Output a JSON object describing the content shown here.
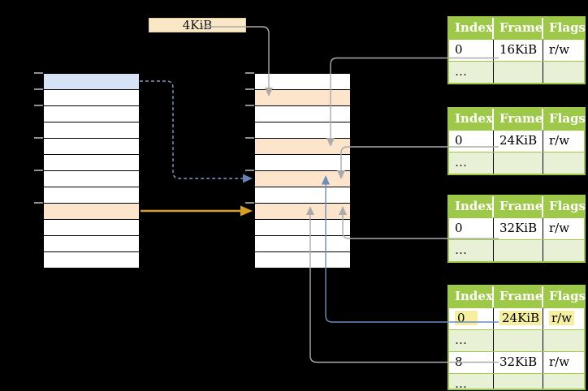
{
  "page_size_label": "4KiB",
  "tables": [
    {
      "headers": [
        "Index",
        "Frame",
        "Flags"
      ],
      "rows": [
        {
          "cells": [
            "0",
            "16KiB",
            "r/w"
          ]
        },
        {
          "cells": [
            "…",
            "",
            ""
          ]
        }
      ]
    },
    {
      "headers": [
        "Index",
        "Frame",
        "Flags"
      ],
      "rows": [
        {
          "cells": [
            "0",
            "24KiB",
            "r/w"
          ]
        },
        {
          "cells": [
            "…",
            "",
            ""
          ]
        }
      ]
    },
    {
      "headers": [
        "Index",
        "Frame",
        "Flags"
      ],
      "rows": [
        {
          "cells": [
            "0",
            "32KiB",
            "r/w"
          ]
        },
        {
          "cells": [
            "…",
            "",
            ""
          ]
        }
      ]
    },
    {
      "headers": [
        "Index",
        "Frame",
        "Flags"
      ],
      "rows": [
        {
          "cells": [
            "0",
            "24KiB",
            "r/w"
          ],
          "highlighted": true
        },
        {
          "cells": [
            "…",
            "",
            ""
          ]
        },
        {
          "cells": [
            "8",
            "32KiB",
            "r/w"
          ]
        },
        {
          "cells": [
            "…",
            "",
            ""
          ]
        }
      ]
    }
  ],
  "colors": {
    "background": "#000000",
    "table_header_green": "#9EC847",
    "table_row_light_green": "#E8F0D6",
    "row_orange": "#FCE5CB",
    "row_blue": "#D6E2F5",
    "label_cream": "#FAE7C5",
    "highlight_yellow": "#F5EF9E",
    "connector_grey": "#ABABAB",
    "connector_blue": "#6C8EBF",
    "connector_dashed_blue": "#7E9CC9",
    "arrow_gold": "#D5A021"
  }
}
